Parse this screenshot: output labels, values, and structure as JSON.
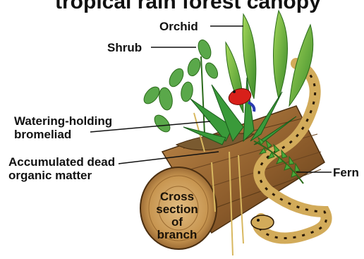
{
  "title": "tropical rain forest canopy",
  "labels": {
    "orchid": "Orchid",
    "shrub": "Shrub",
    "bromeliad_line1": "Watering-holding",
    "bromeliad_line2": "bromeliad",
    "dead_matter_line1": "Accumulated dead",
    "dead_matter_line2": "organic matter",
    "fern": "Fern",
    "cross_section": [
      "Cross",
      "section",
      "of",
      "branch"
    ]
  },
  "colors": {
    "wood": "#a0703a",
    "wood_dark": "#5a3a18",
    "cut_face": "#d9b071",
    "leaf": "#4a9a3a",
    "leaf_light": "#8cc84a",
    "snake": "#d2ab5a",
    "frog": "#d8201a"
  }
}
